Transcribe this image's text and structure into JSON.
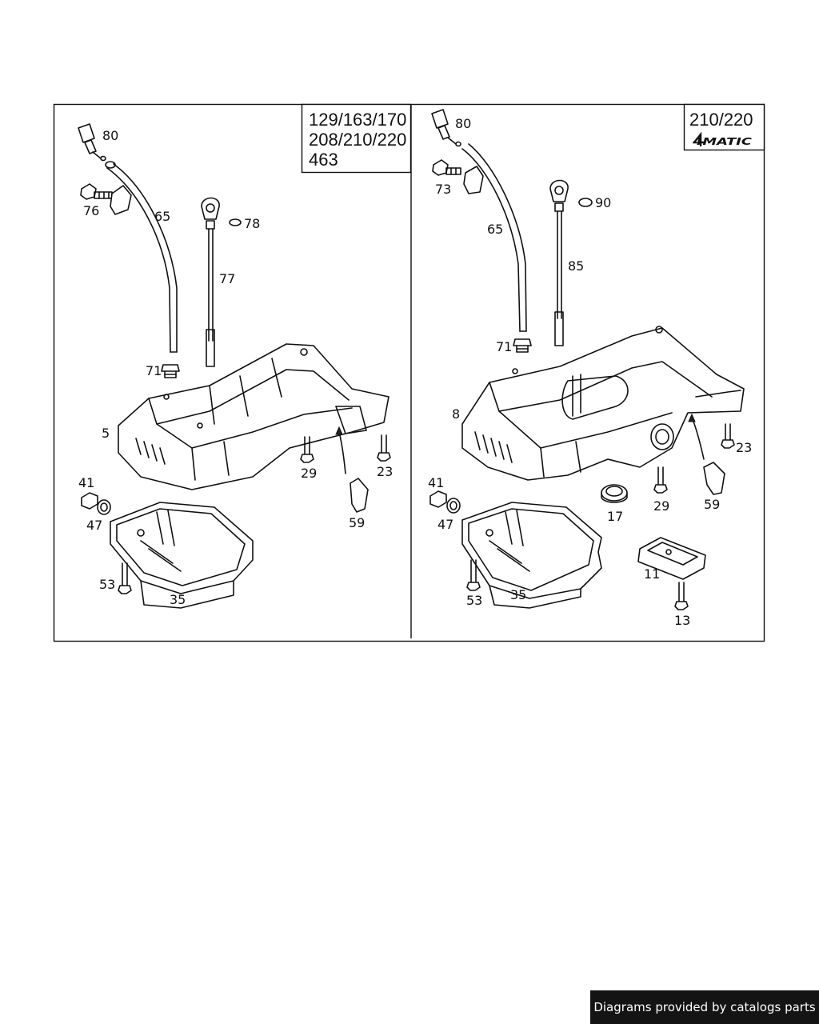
{
  "panels": [
    {
      "models": [
        "129/163/170",
        "208/210/220",
        "463"
      ],
      "labels": [
        "80",
        "76",
        "65",
        "78",
        "77",
        "71",
        "5",
        "29",
        "23",
        "41",
        "47",
        "59",
        "53",
        "35"
      ]
    },
    {
      "models": [
        "210/220"
      ],
      "badge": "4MATIC",
      "labels": [
        "80",
        "73",
        "90",
        "65",
        "85",
        "71",
        "8",
        "23",
        "41",
        "47",
        "17",
        "29",
        "59",
        "11",
        "53",
        "35",
        "13"
      ]
    }
  ],
  "footer": {
    "text": "Diagrams provided by catalogs parts"
  }
}
